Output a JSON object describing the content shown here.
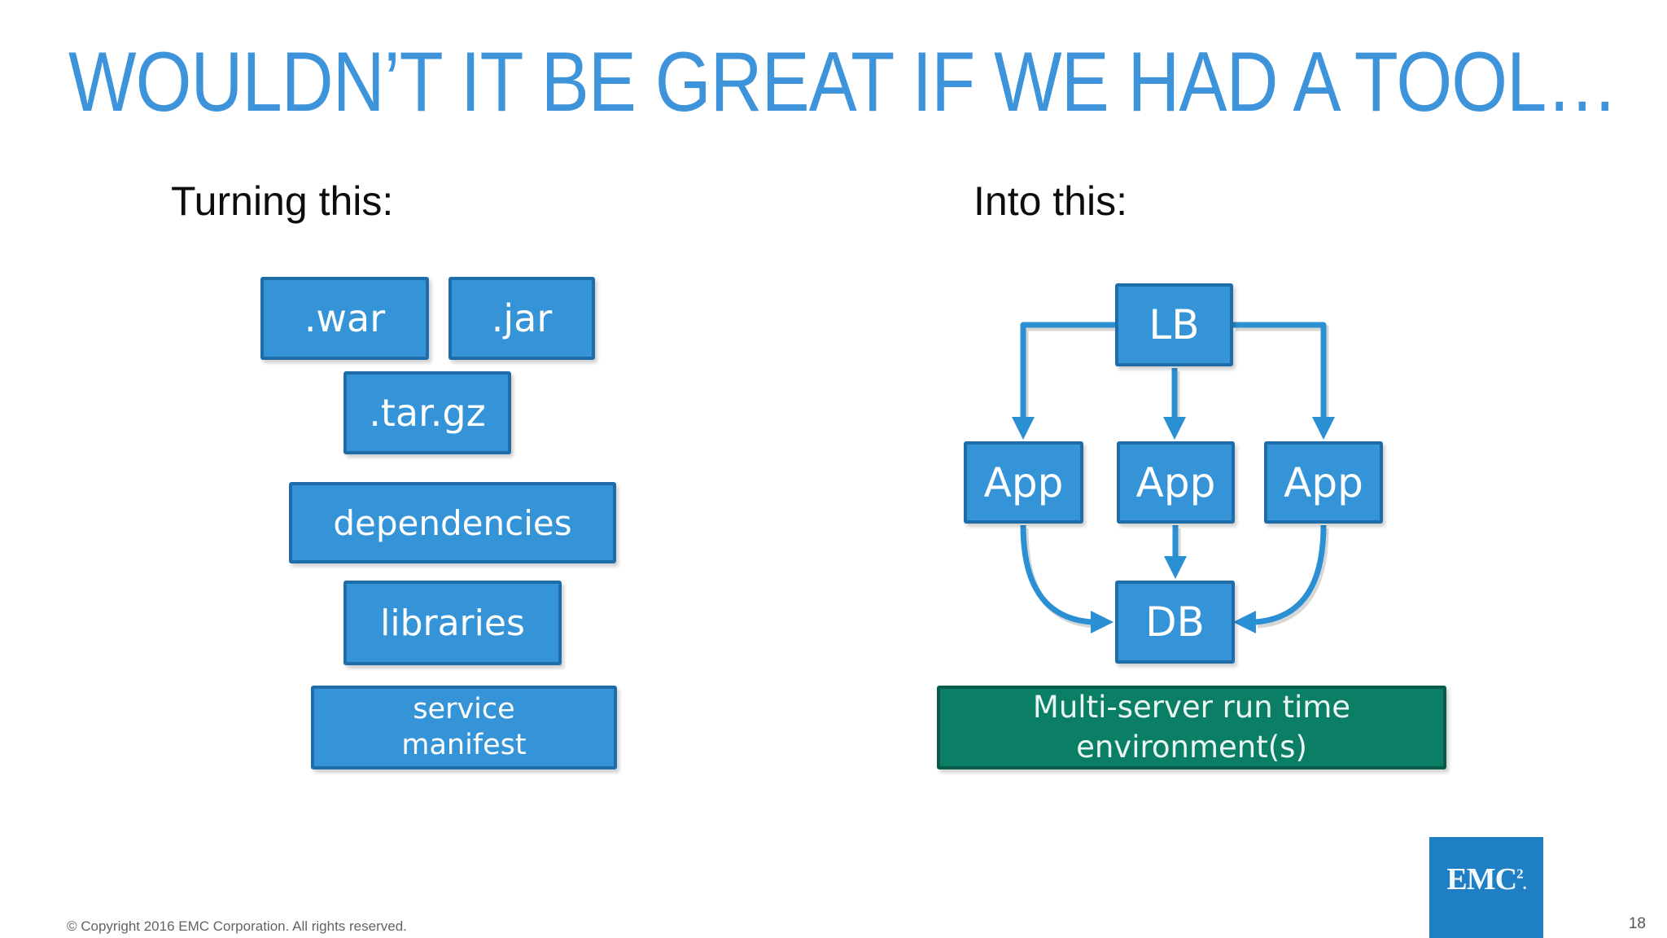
{
  "title": "WOULDN’T IT BE GREAT IF WE HAD A TOOL…",
  "left_panel": {
    "label": "Turning this:",
    "boxes": [
      ".war",
      ".jar",
      ".tar.gz",
      "dependencies",
      "libraries",
      "service manifest"
    ]
  },
  "right_panel": {
    "label": "Into this:",
    "nodes": {
      "lb": "LB",
      "app1": "App",
      "app2": "App",
      "app3": "App",
      "db": "DB"
    },
    "result": "Multi-server run time environment(s)"
  },
  "logo": {
    "brand": "EMC",
    "exponent": "2",
    "dot": "."
  },
  "footer": {
    "copyright": "© Copyright 2016 EMC Corporation. All rights reserved.",
    "page": "18"
  },
  "colors": {
    "title_blue": "#3E94DB",
    "box_fill": "#3494D7",
    "box_border": "#1E6DA9",
    "arrow_blue": "#2B8FD3",
    "green_fill": "#0B7E66",
    "green_border": "#0A5C4A",
    "logo_blue": "#1F7FC5",
    "footer_gray": "#636363"
  }
}
